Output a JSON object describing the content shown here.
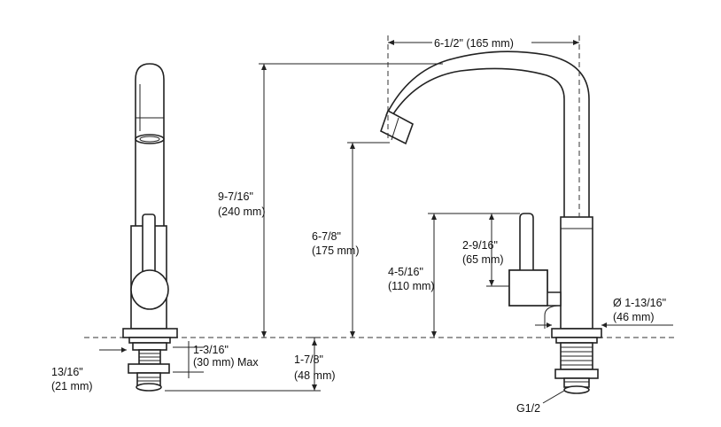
{
  "dimensions": {
    "total_reach": "6-1/2\" (165 mm)",
    "total_height": {
      "imperial": "9-7/16\"",
      "metric": "(240 mm)"
    },
    "spout_height": {
      "imperial": "6-7/8\"",
      "metric": "(175 mm)"
    },
    "handle_height": {
      "imperial": "4-5/16\"",
      "metric": "(110 mm)"
    },
    "handle_offset": {
      "imperial": "2-9/16\"",
      "metric": "(65 mm)"
    },
    "base_diameter": {
      "imperial": "Ø 1-13/16\"",
      "metric": "(46 mm)"
    },
    "deck_thickness": {
      "imperial": "1-3/16\"",
      "metric": "(30 mm) Max"
    },
    "shank_length": {
      "imperial": "1-7/8\"",
      "metric": "(48 mm)"
    },
    "shank_width": {
      "imperial": "13/16\"",
      "metric": "(21 mm)"
    },
    "thread_size": "G1/2"
  }
}
